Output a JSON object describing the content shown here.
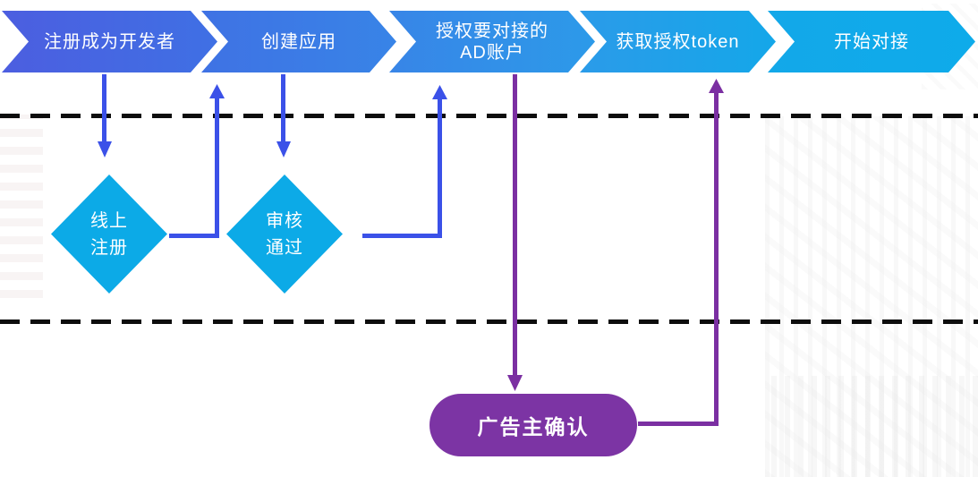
{
  "flow_steps": [
    {
      "label": "注册成为开发者"
    },
    {
      "label": "创建应用"
    },
    {
      "line1": "授权要对接的",
      "line2": "AD账户"
    },
    {
      "label": "获取授权token"
    },
    {
      "label": "开始对接"
    }
  ],
  "decisions": [
    {
      "line1": "线上",
      "line2": "注册"
    },
    {
      "line1": "审核",
      "line2": "通过"
    }
  ],
  "confirmation": {
    "label": "广告主确认"
  },
  "colors": {
    "step_gradient_start": "#4C5EE0",
    "step_gradient_end": "#0EABEA",
    "connector_blue": "#3B51E8",
    "connector_purple": "#7B2FA2",
    "decision_cyan": "#0CAAE7",
    "confirmation_purple": "#7C34A4",
    "divider_black": "#0D0D0D",
    "label_white": "#FFFFFF"
  }
}
